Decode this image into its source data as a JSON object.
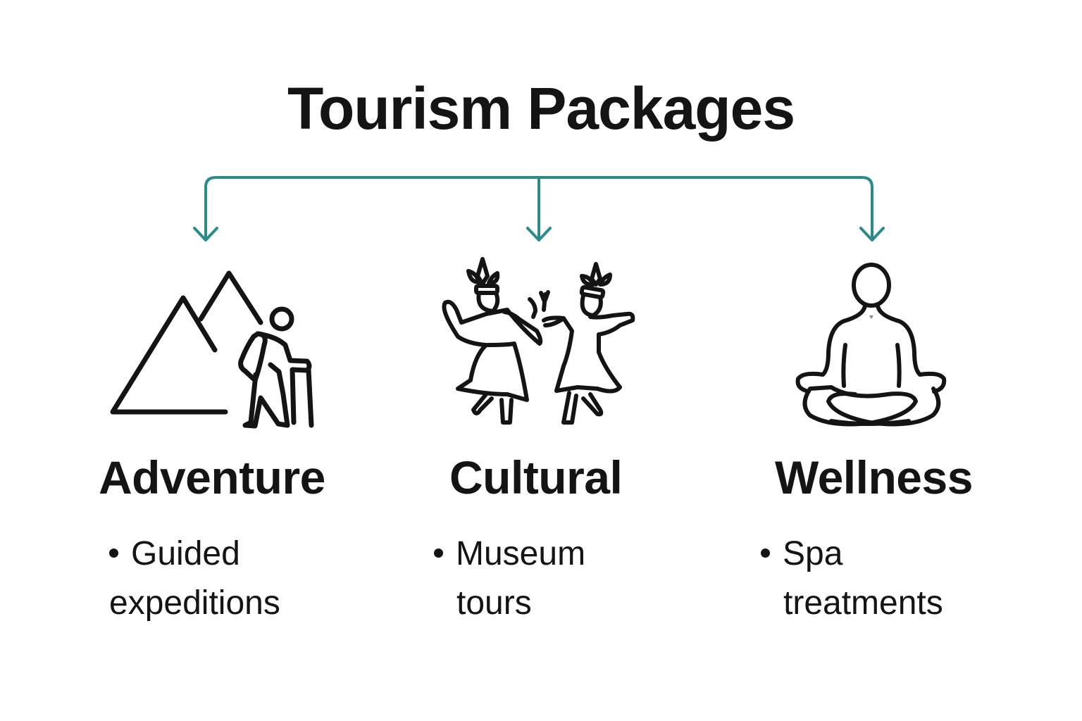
{
  "title": "Tourism Packages",
  "colors": {
    "connector": "#2a8c8a",
    "text": "#141414",
    "background": "#ffffff"
  },
  "categories": [
    {
      "name": "Adventure",
      "icon": "hiker-mountains-icon",
      "bullet_line1": "Guided",
      "bullet_line2": "expeditions"
    },
    {
      "name": "Cultural",
      "icon": "folk-dancers-icon",
      "bullet_line1": "Museum",
      "bullet_line2": "tours"
    },
    {
      "name": "Wellness",
      "icon": "meditation-icon",
      "bullet_line1": "Spa",
      "bullet_line2": "treatments"
    }
  ]
}
